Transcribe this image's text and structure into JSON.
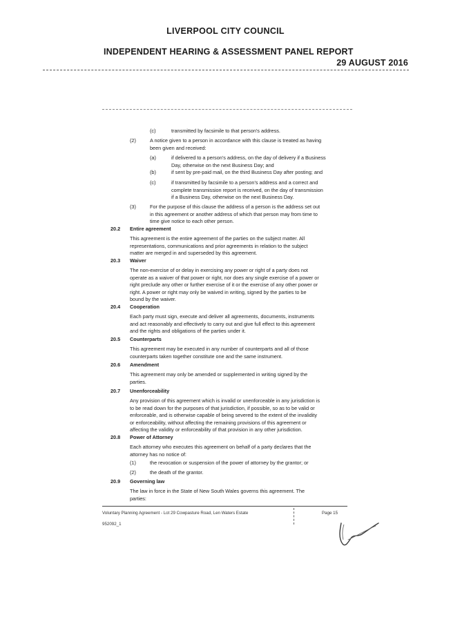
{
  "header": {
    "council": "LIVERPOOL CITY COUNCIL",
    "report": "INDEPENDENT HEARING & ASSESSMENT PANEL REPORT",
    "date": "29 AUGUST 2016"
  },
  "body": {
    "c_top": {
      "label": "(c)",
      "text": "transmitted by facsimile to that person's address."
    },
    "p2": {
      "label": "(2)",
      "lines": [
        "A notice given to a person in accordance with this clause is treated as having",
        "been given and received:"
      ]
    },
    "p2a": {
      "label": "(a)",
      "lines": [
        "if delivered to a person's address, on the day of delivery if a Business",
        "Day, otherwise on the next Business Day; and"
      ]
    },
    "p2b": {
      "label": "(b)",
      "lines": [
        "if sent by pre-paid mail, on the third Business Day after posting; and"
      ]
    },
    "p2c": {
      "label": "(c)",
      "lines": [
        "if transmitted by facsimile to a person's address and a correct and",
        "complete transmission report is received, on the day of transmission",
        "if a Business Day, otherwise on the next Business Day."
      ]
    },
    "p3": {
      "label": "(3)",
      "lines": [
        "For the purpose of this clause the address of a person is the address set out",
        "in this agreement or another address of which that person may from time to",
        "time give notice to each other person."
      ]
    },
    "s202": {
      "num": "20.2",
      "title": "Entire agreement",
      "lines": [
        "This agreement is the entire agreement of the parties on the subject matter. All",
        "representations, communications and prior agreements in relation to the subject",
        "matter are merged in and superseded by this agreement."
      ]
    },
    "s203": {
      "num": "20.3",
      "title": "Waiver",
      "lines": [
        "The non-exercise of or delay in exercising any power or right of a party does not",
        "operate as a waiver of that power or right, nor does any single exercise of a power or",
        "right preclude any other or further exercise of it or the exercise of any other power or",
        "right. A power or right may only be waived in writing, signed by the parties to be",
        "bound by the waiver."
      ]
    },
    "s204": {
      "num": "20.4",
      "title": "Cooperation",
      "lines": [
        "Each party must sign, execute and deliver all agreements, documents, instruments",
        "and act reasonably and effectively to carry out and give full effect to this agreement",
        "and the rights and obligations of the parties under it."
      ]
    },
    "s205": {
      "num": "20.5",
      "title": "Counterparts",
      "lines": [
        "This agreement may be executed in any number of counterparts and all of those",
        "counterparts taken together constitute one and the same instrument."
      ]
    },
    "s206": {
      "num": "20.6",
      "title": "Amendment",
      "lines": [
        "This agreement may only be amended or supplemented in writing signed by the",
        "parties."
      ]
    },
    "s207": {
      "num": "20.7",
      "title": "Unenforceability",
      "lines": [
        "Any provision of this agreement which is invalid or unenforceable in any jurisdiction is",
        "to be read down for the purposes of that jurisdiction, if possible, so as to be valid or",
        "enforceable, and is otherwise capable of being severed to the extent of the invalidity",
        "or enforceability, without affecting the remaining provisions of this agreement or",
        "affecting the validity or enforceability of that provision in any other jurisdiction."
      ]
    },
    "s208": {
      "num": "20.8",
      "title": "Power of Attorney",
      "lines": [
        "Each attorney who executes this agreement on behalf of a party declares that the",
        "attorney has no notice of:"
      ]
    },
    "s208_1": {
      "label": "(1)",
      "text": "the revocation or suspension of the power of attorney by the grantor; or"
    },
    "s208_2": {
      "label": "(2)",
      "text": "the death of the grantor."
    },
    "s209": {
      "num": "20.9",
      "title": "Governing law",
      "lines": [
        "The law in force in the State of New South Wales governs this agreement. The",
        "parties:"
      ]
    }
  },
  "footer": {
    "left": "Voluntary Planning Agreement - Lot 29 Cowpasture Road, Len Waters Estate",
    "doc_id": "952092_1",
    "page": "Page 15"
  },
  "signature": {
    "kind": "handwritten-signature"
  }
}
